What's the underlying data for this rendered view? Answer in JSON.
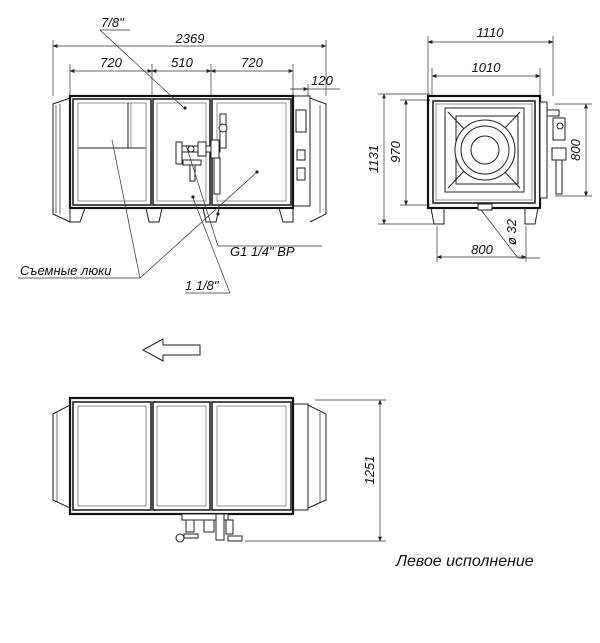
{
  "front_view": {
    "dim_total_width": "2369",
    "dim_section_1": "720",
    "dim_section_2": "510",
    "dim_section_3": "720",
    "dim_right_flange": "120",
    "callout_top": "7/8\"",
    "callout_thread": "G1 1/4\" BP",
    "callout_bottom": "1 1/8\"",
    "callout_hatches": "Съемные люки"
  },
  "side_view": {
    "dim_outer_width": "1110",
    "dim_inner_width": "1010",
    "dim_total_height": "1131",
    "dim_body_height": "970",
    "dim_duct_height": "800",
    "dim_base_width": "800",
    "dim_pipe_diameter": "ø 32"
  },
  "plan_view": {
    "dim_depth": "1251"
  },
  "caption": "Левое исполнение"
}
